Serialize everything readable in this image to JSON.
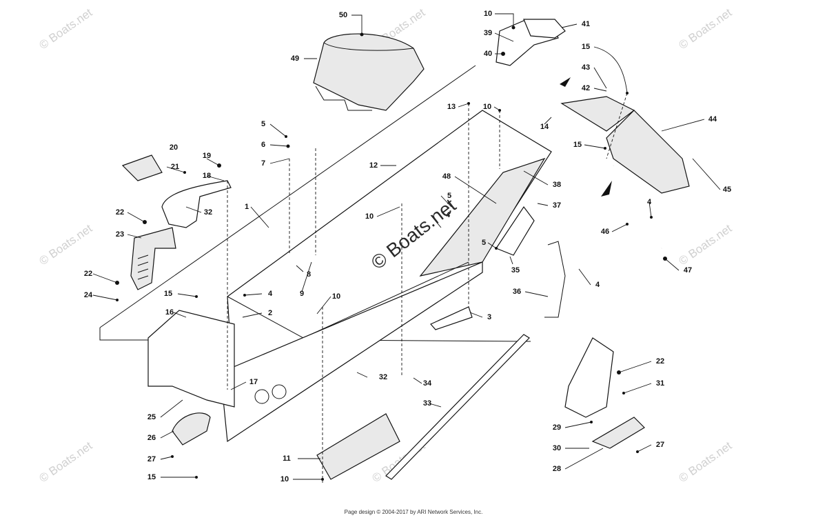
{
  "watermark": {
    "small": "© Boats.net",
    "large": "© Boats.net"
  },
  "callouts": {
    "n1": "1",
    "n2": "2",
    "n3": "3",
    "n4": "4",
    "n5": "5",
    "n6": "6",
    "n7": "7",
    "n8": "8",
    "n9": "9",
    "n10": "10",
    "n11": "11",
    "n12": "12",
    "n13": "13",
    "n14": "14",
    "n15": "15",
    "n16": "16",
    "n17": "17",
    "n18": "18",
    "n19": "19",
    "n20": "20",
    "n21": "21",
    "n22": "22",
    "n23": "23",
    "n24": "24",
    "n25": "25",
    "n26": "26",
    "n27": "27",
    "n28": "28",
    "n29": "29",
    "n30": "30",
    "n31": "31",
    "n32": "32",
    "n33": "33",
    "n34": "34",
    "n35": "35",
    "n36": "36",
    "n37": "37",
    "n38": "38",
    "n39": "39",
    "n40": "40",
    "n41": "41",
    "n42": "42",
    "n43": "43",
    "n44": "44",
    "n45": "45",
    "n46": "46",
    "n47": "47",
    "n48": "48",
    "n49": "49",
    "n50": "50"
  },
  "footer": "Page design © 2004-2017 by ARI Network Services, Inc."
}
